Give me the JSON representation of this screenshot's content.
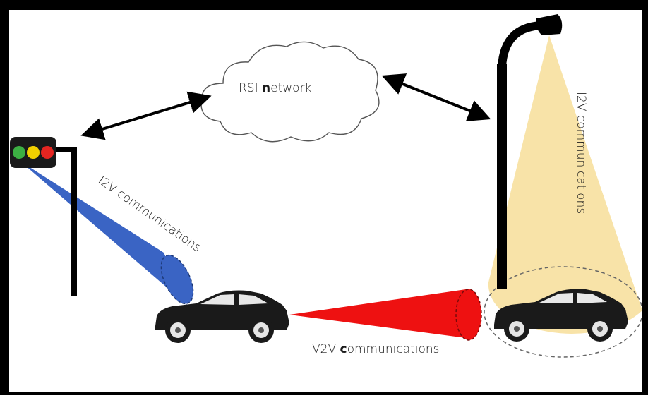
{
  "network": {
    "label_prefix": "RSI ",
    "label_bold": "n",
    "label_suffix": "etwork"
  },
  "i2v_left": {
    "label": "I2V communications"
  },
  "i2v_right": {
    "label": "I2V communications"
  },
  "v2v": {
    "label_prefix": "V2V ",
    "label_bold": "c",
    "label_suffix": "ommunications"
  },
  "colors": {
    "blue_beam": "#3a64c4",
    "red_beam": "#ee1111",
    "street_light": "#f8e3a8",
    "signal_green": "#3cb043",
    "signal_yellow": "#f2d000",
    "signal_red": "#e52521",
    "car": "#1a1a1a"
  }
}
